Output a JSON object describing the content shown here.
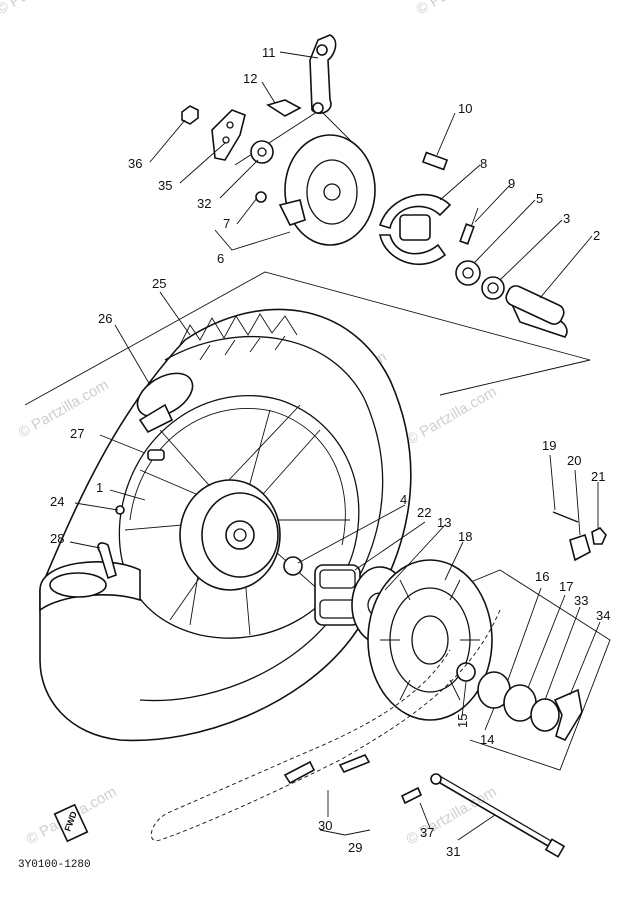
{
  "diagram": {
    "code": "3Y0100-1280",
    "fwd_label": "FWD",
    "watermark": "© Partzilla.com",
    "callouts": [
      "1",
      "2",
      "3",
      "4",
      "5",
      "6",
      "7",
      "8",
      "9",
      "10",
      "11",
      "12",
      "13",
      "14",
      "15",
      "16",
      "17",
      "18",
      "19",
      "20",
      "21",
      "22",
      "24",
      "25",
      "26",
      "27",
      "28",
      "29",
      "30",
      "31",
      "32",
      "33",
      "34",
      "35",
      "36",
      "37"
    ]
  }
}
